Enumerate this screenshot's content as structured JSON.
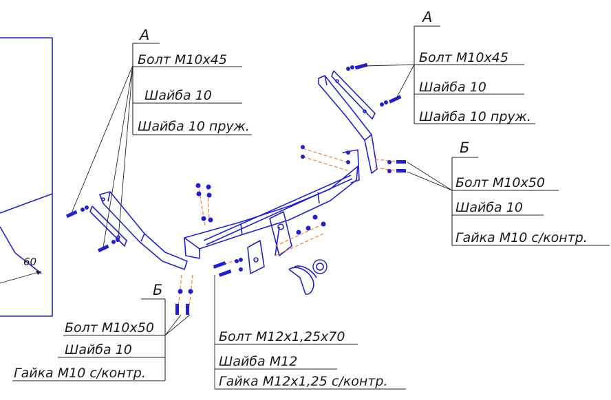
{
  "callouts": [
    {
      "id": "top-left-A",
      "title": "A",
      "lines": [
        "Болт М10х45",
        "Шайба 10",
        "Шайба 10 пруж."
      ]
    },
    {
      "id": "top-right-A",
      "title": "А",
      "lines": [
        "Болт М10х45",
        "Шайба 10",
        "Шайба 10 пруж."
      ]
    },
    {
      "id": "right-B",
      "title": "Б",
      "lines": [
        "Болт М10х50",
        "Шайба 10",
        "Гайка М10 с/контр."
      ]
    },
    {
      "id": "bottom-left-B",
      "title": "Б",
      "lines": [
        "Болт М10х50",
        "Шайба 10",
        "Гайка М10 с/контр."
      ]
    },
    {
      "id": "bottom-center",
      "lines": [
        "Болт М12х1,25х70",
        "Шайба М12",
        "Гайка М12х1,25 с/контр."
      ]
    }
  ],
  "side_view": {
    "dimension": "60"
  },
  "colors": {
    "part_outline": "#1f1fd6",
    "axis_line": "#ff7a1a",
    "leader_line": "#222222"
  }
}
